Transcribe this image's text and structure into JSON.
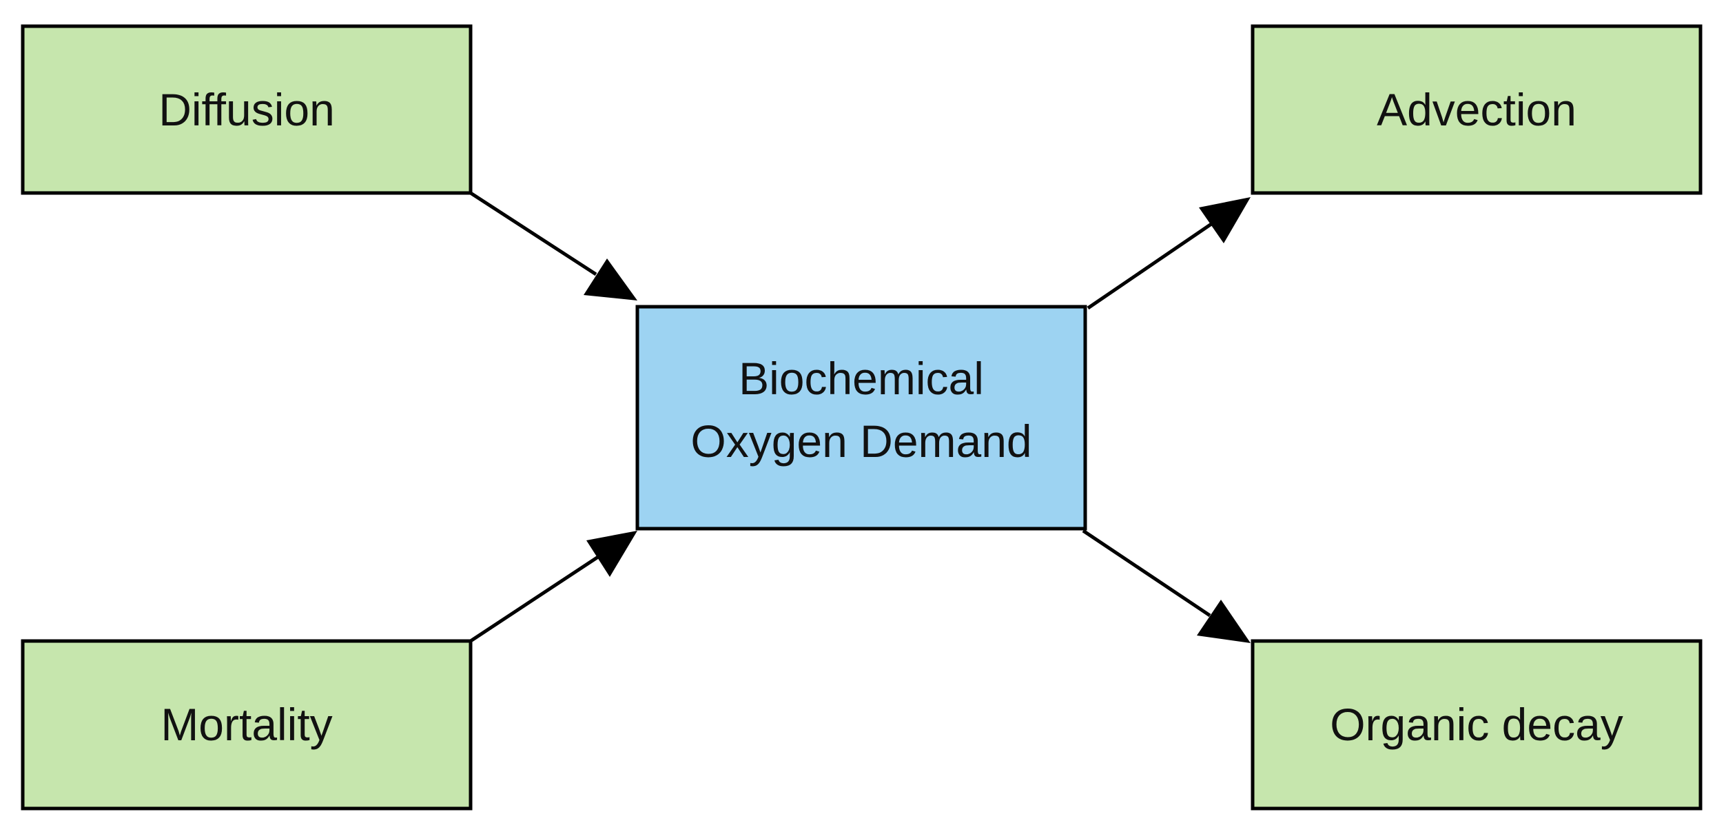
{
  "colors": {
    "source_fill": "#c6e6ad",
    "center_fill": "#9dd3f2",
    "stroke": "#000000"
  },
  "nodes": {
    "diffusion": {
      "label": "Diffusion"
    },
    "advection": {
      "label": "Advection"
    },
    "mortality": {
      "label": "Mortality"
    },
    "organic_decay": {
      "label": "Organic decay"
    },
    "bod": {
      "label_line1": "Biochemical",
      "label_line2": "Oxygen Demand"
    }
  },
  "edges": [
    {
      "from": "diffusion",
      "to": "bod"
    },
    {
      "from": "mortality",
      "to": "bod"
    },
    {
      "from": "bod",
      "to": "advection"
    },
    {
      "from": "bod",
      "to": "organic_decay"
    }
  ]
}
